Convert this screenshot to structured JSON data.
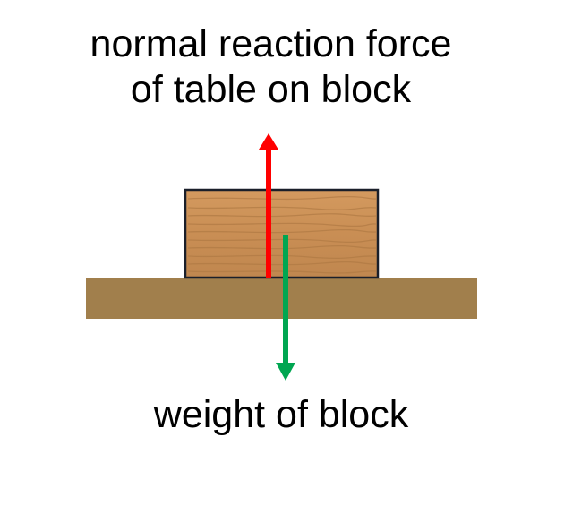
{
  "labels": {
    "normal_force_line1": "normal reaction force",
    "normal_force_line2": "of table on block",
    "weight": "weight of block"
  },
  "colors": {
    "background": "#ffffff",
    "text": "#000000",
    "table": "#a17f4c",
    "block_fill": "#c98e54",
    "block_grain": "#b07a44",
    "block_outline": "#1a1f2a",
    "normal_force_arrow": "#ff0000",
    "weight_arrow": "#00a651"
  }
}
